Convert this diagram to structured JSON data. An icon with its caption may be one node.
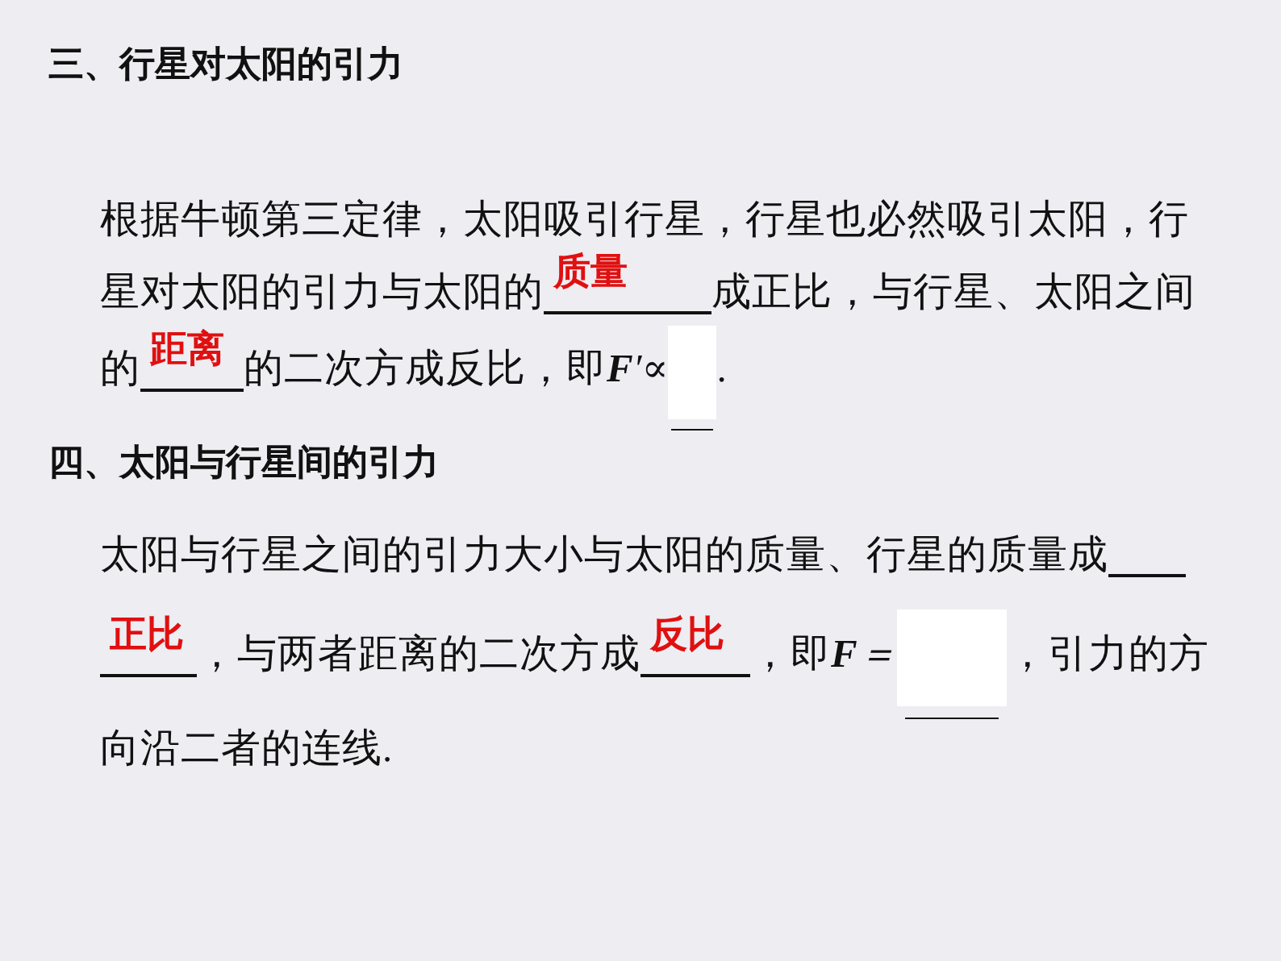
{
  "diagram": {
    "labels": [
      "三、行星对太阳的引力",
      "根据牛顿第三定律，太阳吸引行星，行星也必然吸引太阳，行",
      "星对太阳的引力与太阳的",
      "质量",
      "成正比，与行星、太阳之间",
      "的",
      "距离",
      "的二次方成反比，即",
      "**F**′∝",
      ".",
      "四、太阳与行星间的引力",
      "太阳与行星之间的引力大小与太阳的质量、行星的质量成",
      "正比",
      "，与两者距离的二次方成",
      "反比",
      "，即",
      "**F**＝",
      "，引力的方",
      "向沿二者的连线."
    ]
  }
}
